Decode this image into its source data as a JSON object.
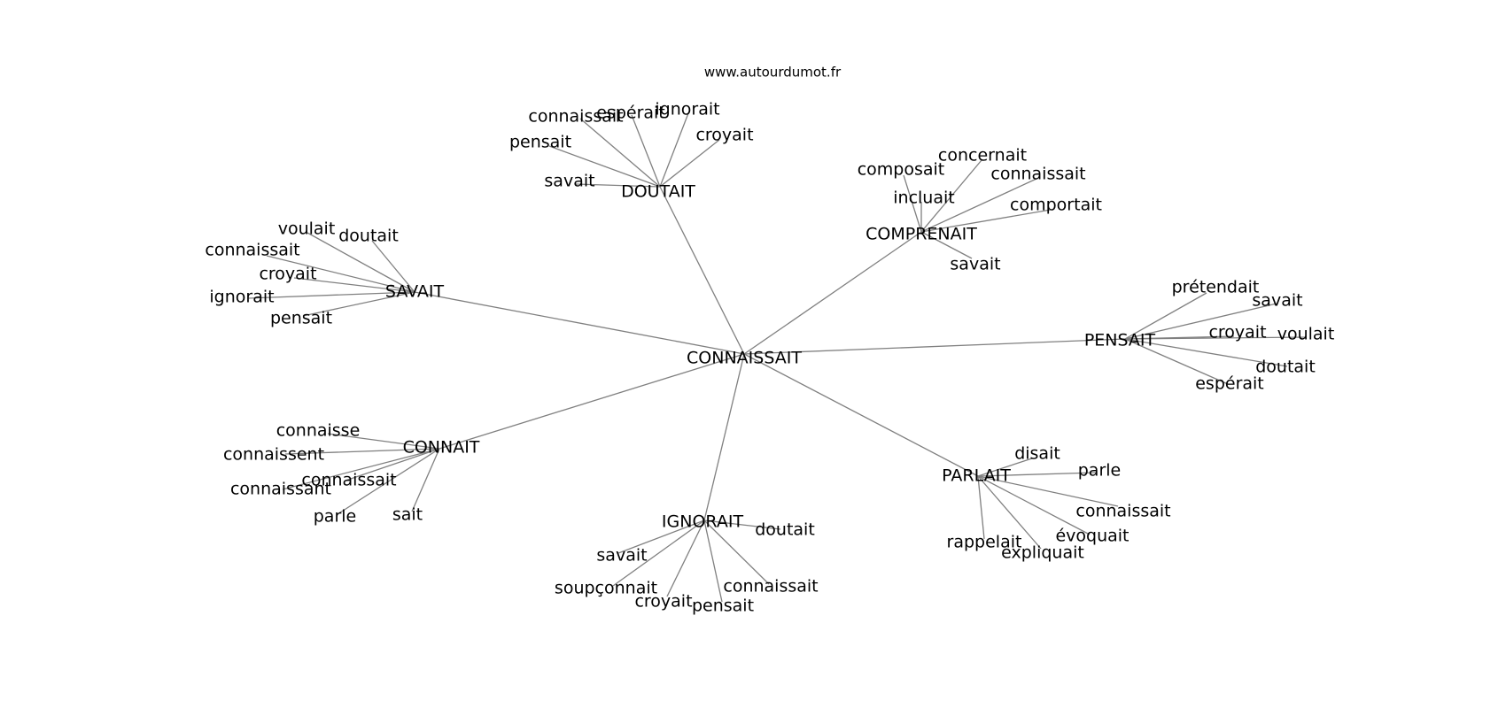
{
  "site": "www.autourdumot.fr",
  "graph": {
    "root": "CONNAISSAIT",
    "branches": [
      {
        "word": "DOUTAIT",
        "related": [
          "savait",
          "pensait",
          "connaissait",
          "espérait",
          "ignorait",
          "croyait"
        ]
      },
      {
        "word": "COMPRENAIT",
        "related": [
          "composait",
          "concernait",
          "incluait",
          "connaissait",
          "comportait",
          "savait"
        ]
      },
      {
        "word": "SAVAIT",
        "related": [
          "voulait",
          "doutait",
          "connaissait",
          "croyait",
          "ignorait",
          "pensait"
        ]
      },
      {
        "word": "PENSAIT",
        "related": [
          "prétendait",
          "savait",
          "croyait",
          "voulait",
          "doutait",
          "espérait"
        ]
      },
      {
        "word": "CONNAIT",
        "related": [
          "connaisse",
          "connaissent",
          "connaissait",
          "connaissant",
          "parle",
          "sait"
        ]
      },
      {
        "word": "PARLAIT",
        "related": [
          "disait",
          "parle",
          "connaissait",
          "évoquait",
          "expliquait",
          "rappelait"
        ]
      },
      {
        "word": "IGNORAIT",
        "related": [
          "doutait",
          "savait",
          "soupçonnait",
          "croyait",
          "pensait",
          "connaissait"
        ]
      }
    ]
  }
}
